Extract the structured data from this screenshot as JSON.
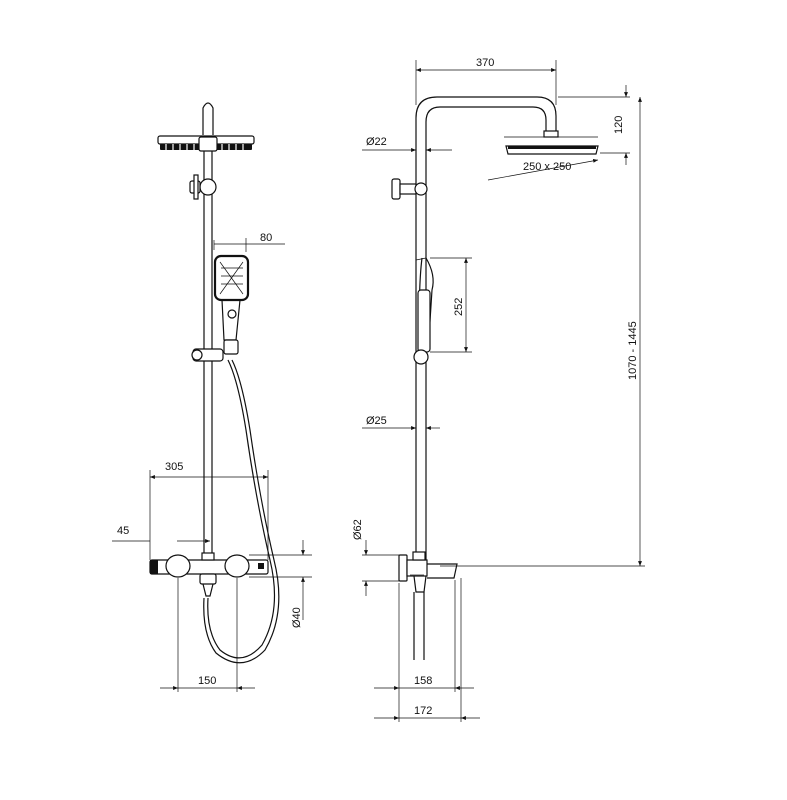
{
  "dimensions": {
    "front": {
      "handshower_width": "80",
      "overall_width": "305",
      "inlet_offset": "45",
      "inlet_spacing": "150",
      "body_diameter": "Ø40"
    },
    "side": {
      "arm_reach": "370",
      "head_drop": "120",
      "pipe_diameter_top": "Ø22",
      "head_size": "250 x 250",
      "handshower_length": "252",
      "height_range": "1070 - 1445",
      "pipe_diameter_bottom": "Ø25",
      "escutcheon_diameter": "Ø62",
      "projection_spout": "158",
      "projection_total": "172"
    }
  }
}
